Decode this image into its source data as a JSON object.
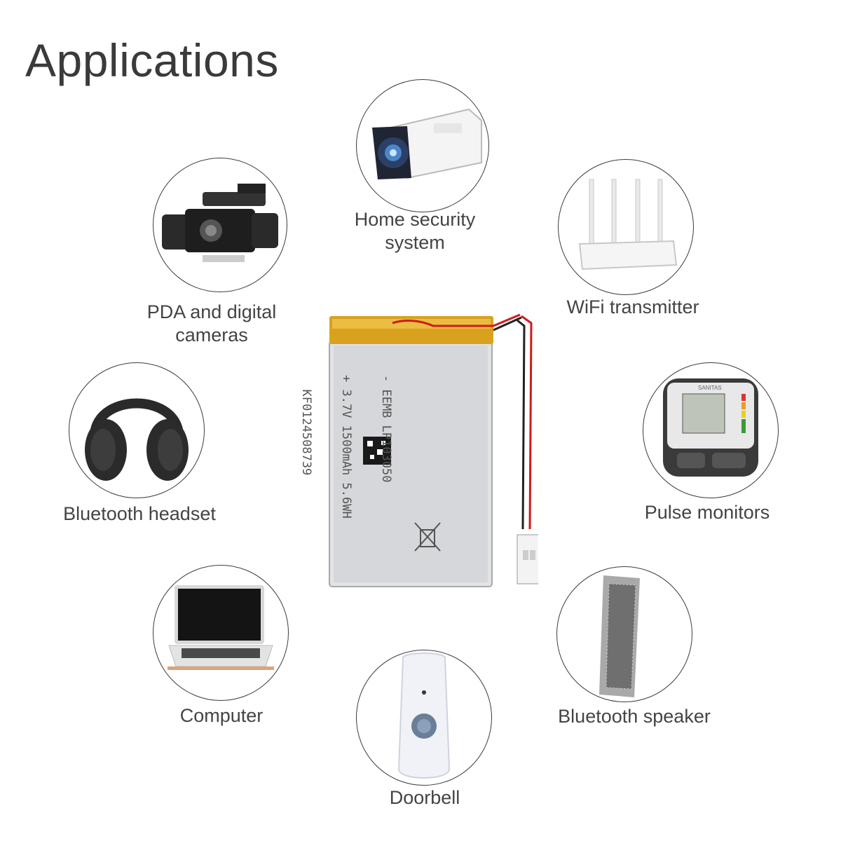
{
  "page": {
    "title": "Applications"
  },
  "applications": [
    {
      "key": "security",
      "label_lines": [
        "Home security",
        "system"
      ],
      "icon": "security-camera-icon"
    },
    {
      "key": "camera",
      "label_lines": [
        "PDA and digital",
        "cameras"
      ],
      "icon": "camcorder-icon"
    },
    {
      "key": "wifi",
      "label_lines": [
        "WiFi transmitter"
      ],
      "icon": "wifi-router-icon"
    },
    {
      "key": "headset",
      "label_lines": [
        "Bluetooth headset"
      ],
      "icon": "headphones-icon"
    },
    {
      "key": "pulse",
      "label_lines": [
        "Pulse monitors"
      ],
      "icon": "blood-pressure-monitor-icon"
    },
    {
      "key": "computer",
      "label_lines": [
        "Computer"
      ],
      "icon": "laptop-icon"
    },
    {
      "key": "speaker",
      "label_lines": [
        "Bluetooth speaker"
      ],
      "icon": "speaker-icon"
    },
    {
      "key": "doorbell",
      "label_lines": [
        "Doorbell"
      ],
      "icon": "doorbell-icon"
    }
  ],
  "battery": {
    "label_lines": [
      "- EEMB LP103050",
      "+ 3.7V 1500mAh 5.6WH",
      "  KF0124508739"
    ],
    "monitor_brand": "SANITAS"
  }
}
